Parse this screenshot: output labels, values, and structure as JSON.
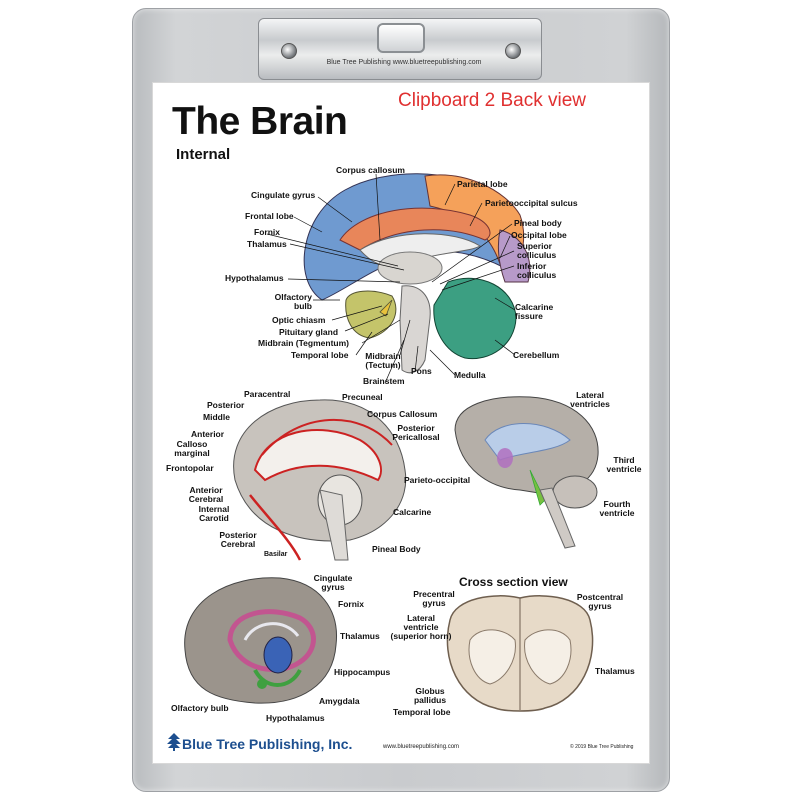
{
  "clipboard": {
    "clip_text": "Blue Tree Publishing  www.bluetreepublishing.com",
    "label": "Clipboard 2 Back view"
  },
  "poster": {
    "title": "The Brain",
    "subtitle": "Internal",
    "sagittal_labels": {
      "corpus_callosum": "Corpus callosum",
      "parietal_lobe": "Parietal lobe",
      "cingulate_gyrus": "Cingulate gyrus",
      "parietooccipital_sulcus": "Parietooccipital sulcus",
      "frontal_lobe": "Frontal lobe",
      "pineal_body": "Pineal body",
      "fornix": "Fornix",
      "occipital_lobe": "Occipital lobe",
      "thalamus": "Thalamus",
      "superior_colliculus": "Superior\ncolliculus",
      "inferior_colliculus": "Inferior\ncolliculus",
      "hypothalamus": "Hypothalamus",
      "olfactory_bulb": "Olfactory\nbulb",
      "calcarine_fissure": "Calcarine\nfissure",
      "optic_chiasm": "Optic chiasm",
      "pituitary_gland": "Pituitary gland",
      "midbrain_tegmentum": "Midbrain (Tegmentum)",
      "cerebellum": "Cerebellum",
      "temporal_lobe": "Temporal lobe",
      "midbrain_tectum": "Midbrain\n(Tectum)",
      "pons": "Pons",
      "medulla": "Medulla",
      "brainstem": "Brainstem"
    },
    "arteries_labels": {
      "paracentral": "Paracentral",
      "precuneal": "Precuneal",
      "posterior": "Posterior",
      "corpus_callosum": "Corpus Callosum",
      "middle": "Middle",
      "posterior_pericallosal": "Posterior\nPericallosal",
      "anterior": "Anterior",
      "calloso_marginal": "Calloso\nmarginal",
      "frontopolar": "Frontopolar",
      "parieto_occipital": "Parieto-occipital",
      "anterior_cerebral": "Anterior\nCerebral",
      "internal_carotid": "Internal\nCarotid",
      "calcarine": "Calcarine",
      "posterior_cerebral": "Posterior\nCerebral",
      "basilar": "Basilar",
      "pineal_body": "Pineal Body"
    },
    "ventricle_labels": {
      "lateral_ventricles": "Lateral\nventricles",
      "third_ventricle": "Third\nventricle",
      "fourth_ventricle": "Fourth\nventricle"
    },
    "limbic_labels": {
      "cingulate_gyrus": "Cingulate\ngyrus",
      "fornix": "Fornix",
      "thalamus": "Thalamus",
      "hippocampus": "Hippocampus",
      "amygdala": "Amygdala",
      "olfactory_bulb": "Olfactory bulb",
      "hypothalamus": "Hypothalamus"
    },
    "cross_section": {
      "title": "Cross section view",
      "precentral_gyrus": "Precentral\ngyrus",
      "postcentral_gyrus": "Postcentral\ngyrus",
      "lateral_ventricle": "Lateral\nventricle\n(superior horn)",
      "thalamus": "Thalamus",
      "globus_pallidus": "Globus\npallidus",
      "temporal_lobe": "Temporal lobe"
    },
    "footer": {
      "publisher": "Blue Tree Publishing, Inc.",
      "url": "www.bluetreepublishing.com",
      "copyright": "© 2019 Blue Tree Publishing"
    }
  },
  "colors": {
    "frontal": "#6f9ad0",
    "parietal": "#f5a15a",
    "occipital": "#b79ac9",
    "cingulate": "#e8865a",
    "cerebellum": "#3c9f82",
    "temporal": "#c4c46a",
    "title_red": "#e03030",
    "publisher_blue": "#1d4f8f"
  }
}
